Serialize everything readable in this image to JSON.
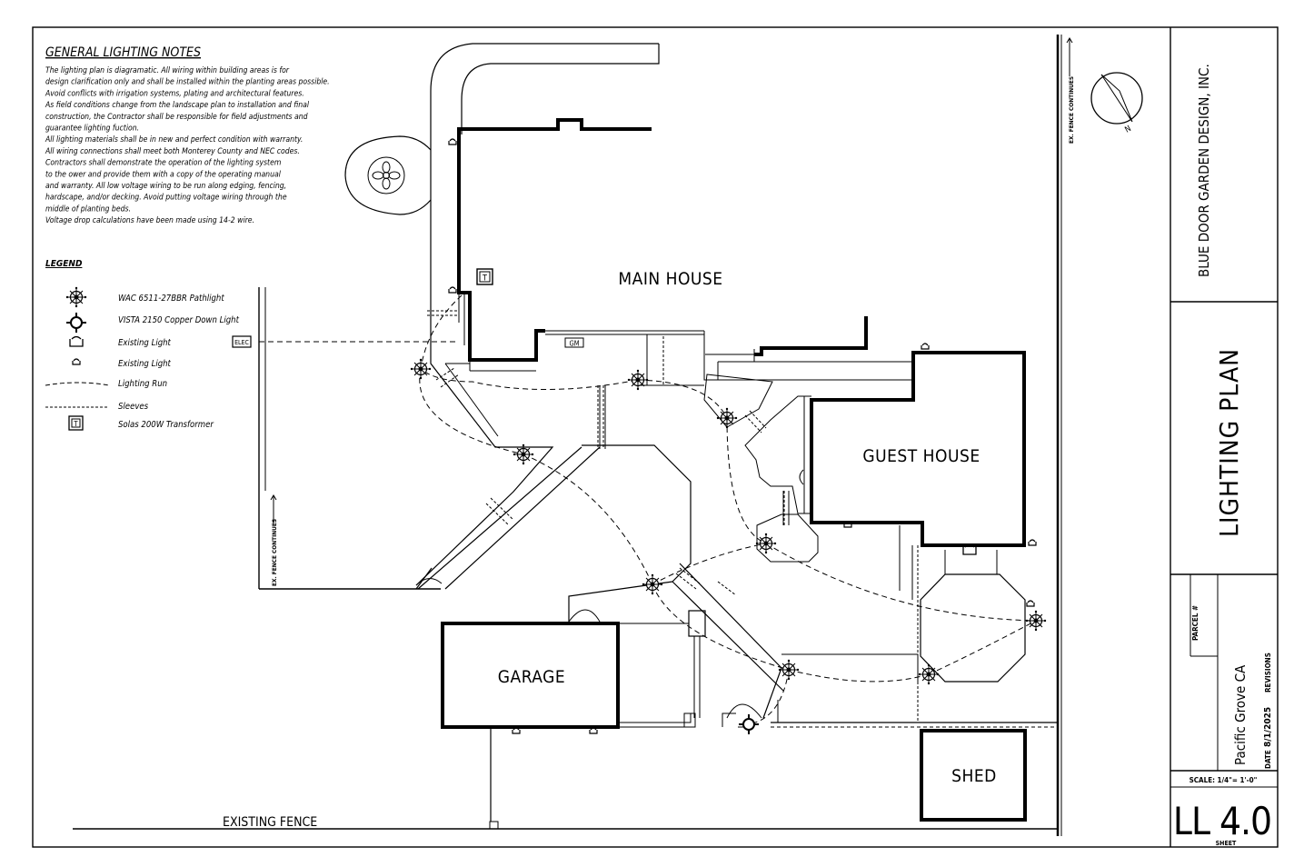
{
  "notes": {
    "title": "GENERAL LIGHTING NOTES",
    "lines": [
      "The lighting plan is diagramatic. All wiring within building areas is for",
      "design clarification only and shall be installed within the planting areas possible.",
      "Avoid conflicts with irrigation systems, plating and architectural features.",
      "As field conditions change from the landscape plan to installation and final",
      "construction, the Contractor shall be responsible for field adjustments and",
      "guarantee lighting fuction.",
      "All lighting materials shall be in new and perfect condition with warranty.",
      "All wiring connections shall meet both Monterey County and NEC codes.",
      "Contractors shall demonstrate the operation of the lighting system",
      "to the ower and provide them with a copy of the operating manual",
      "and warranty. All low voltage wiring to be run along edging, fencing,",
      "hardscape, and/or decking. Avoid putting voltage wiring through the",
      "middle of planting beds.",
      "Voltage drop calculations have been made using 14-2 wire."
    ]
  },
  "legend": {
    "title": "LEGEND",
    "items": [
      {
        "icon": "pathlight-icon",
        "label": "WAC 6511-27BBR Pathlight"
      },
      {
        "icon": "downlight-icon",
        "label": "VISTA 2150 Copper Down Light"
      },
      {
        "icon": "existing-light-icon",
        "label": "Existing Light"
      },
      {
        "icon": "existing-small-light-icon",
        "label": "Existing Light"
      },
      {
        "icon": "lighting-run-icon",
        "label": "Lighting Run"
      },
      {
        "icon": "sleeves-icon",
        "label": "Sleeves"
      },
      {
        "icon": "transformer-icon",
        "label": "Solas 200W Transformer"
      }
    ]
  },
  "plan": {
    "main_house": "MAIN HOUSE",
    "guest_house": "GUEST HOUSE",
    "garage": "GARAGE",
    "shed": "SHED",
    "existing_fence": "EXISTING FENCE",
    "fence_note": "EX. FENCE CONTINUES",
    "gm_label": "GM",
    "transformer_letter": "T",
    "transformer_letter_box": "T",
    "meter_label": "ELEC"
  },
  "title_block": {
    "company": "BLUE DOOR GARDEN DESIGN, INC.",
    "drawing_title": "LIGHTING PLAN",
    "parcel_label": "PARCEL #",
    "location": "Pacific Grove CA",
    "date_label": "DATE",
    "date": "8/1/2025",
    "revisions": "REVISIONS",
    "scale": "SCALE: 1/4\"= 1'-0\"",
    "sheet_number": "LL 4.0",
    "sheet_label": "SHEET",
    "north": "N"
  }
}
